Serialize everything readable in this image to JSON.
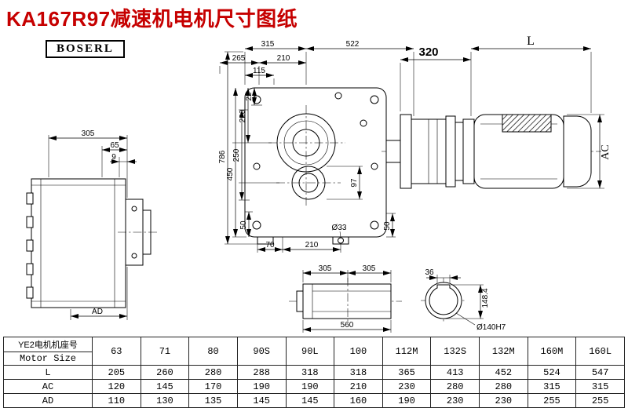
{
  "page": {
    "title": "KA167R97减速机电机尺寸图纸",
    "brand": "BOSERL",
    "accent_red": "#c60000"
  },
  "dims": {
    "left_view": {
      "d305": "305",
      "d65": "65",
      "d9": "9",
      "ad": "AD"
    },
    "front_view": {
      "w315": "315",
      "w522": "522",
      "w265": "265",
      "w210": "210",
      "w115": "115",
      "h22": "22",
      "h220": "220",
      "h250": "250",
      "h450": "450",
      "h786": "786",
      "d97": "97",
      "h50_left": "50",
      "w70": "70",
      "w210_bottom": "210",
      "dia33": "Ø33",
      "h50_right": "50"
    },
    "motor_view": {
      "len320": "320",
      "len_l": "L",
      "dia_ac": "AC"
    },
    "shaft_view": {
      "seg1": "305",
      "seg2": "305",
      "total": "560"
    },
    "end_view": {
      "key36": "36",
      "h148": "148.4",
      "bore": "Ø140H7"
    }
  },
  "table": {
    "row_header_cn": "YE2电机机座号",
    "row_header_en": "Motor Size",
    "sizes": [
      "63",
      "71",
      "80",
      "90S",
      "90L",
      "100",
      "112M",
      "132S",
      "132M",
      "160M",
      "160L"
    ],
    "rows": [
      {
        "label": "L",
        "values": [
          "205",
          "260",
          "280",
          "288",
          "318",
          "318",
          "365",
          "413",
          "452",
          "524",
          "547"
        ]
      },
      {
        "label": "AC",
        "values": [
          "120",
          "145",
          "170",
          "190",
          "190",
          "210",
          "230",
          "280",
          "280",
          "315",
          "315"
        ]
      },
      {
        "label": "AD",
        "values": [
          "110",
          "130",
          "135",
          "145",
          "145",
          "160",
          "190",
          "230",
          "230",
          "255",
          "255"
        ]
      }
    ]
  }
}
